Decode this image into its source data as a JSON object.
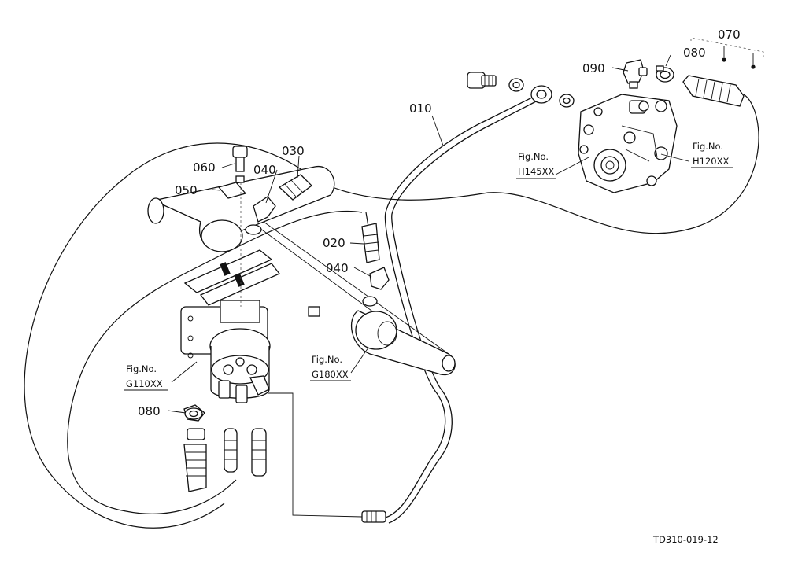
{
  "callouts": {
    "p010": "010",
    "p020": "020",
    "p030": "030",
    "p040a": "040",
    "p040b": "040",
    "p050": "050",
    "p060": "060",
    "p070": "070",
    "p080a": "080",
    "p080b": "080",
    "p090": "090"
  },
  "fig_refs": {
    "h145": {
      "label": "Fig.No.",
      "code": "H145XX"
    },
    "h120": {
      "label": "Fig.No.",
      "code": "H120XX"
    },
    "g110": {
      "label": "Fig.No.",
      "code": "G110XX"
    },
    "g180": {
      "label": "Fig.No.",
      "code": "G180XX"
    }
  },
  "drawing_id": "TD310-019-12"
}
